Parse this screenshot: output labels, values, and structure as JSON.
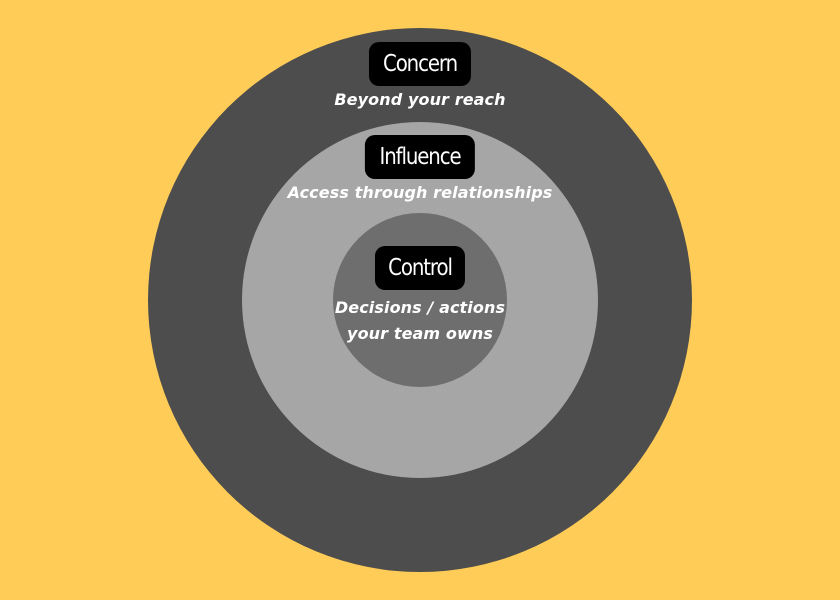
{
  "circles": {
    "concern": {
      "title": "Concern",
      "subtitle": "Beyond your reach",
      "color": "#4D4D4D"
    },
    "influence": {
      "title": "Influence",
      "subtitle": "Access through relationships",
      "color": "#A6A6A6"
    },
    "control": {
      "title": "Control",
      "subtitle_lines": [
        "Decisions / actions",
        "your team owns"
      ],
      "color": "#6E6E6E"
    }
  },
  "colors": {
    "background": "#FFCD57",
    "pill": "#000000",
    "text": "#FFFFFF"
  }
}
